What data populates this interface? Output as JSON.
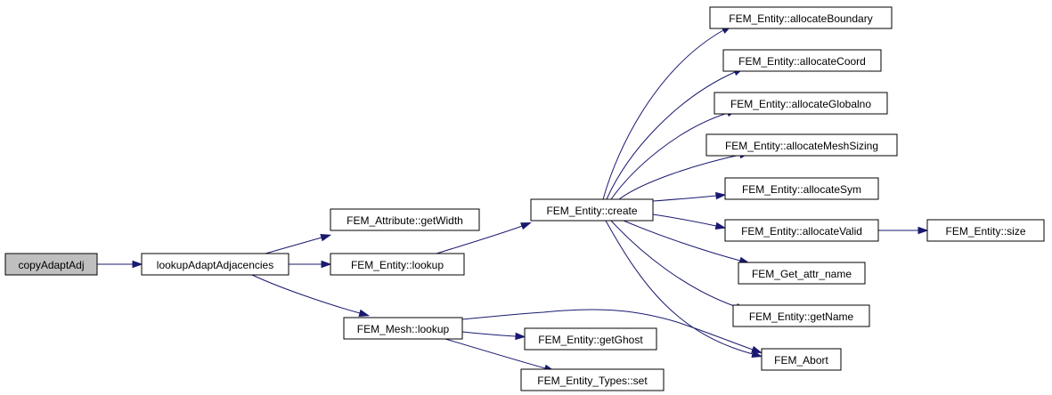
{
  "graph": {
    "nodes": [
      {
        "id": "copyAdaptAdj",
        "label": "copyAdaptAdj",
        "root": true
      },
      {
        "id": "lookupAdaptAdjacencies",
        "label": "lookupAdaptAdjacencies"
      },
      {
        "id": "attr_getWidth",
        "label": "FEM_Attribute::getWidth"
      },
      {
        "id": "entity_lookup",
        "label": "FEM_Entity::lookup"
      },
      {
        "id": "mesh_lookup",
        "label": "FEM_Mesh::lookup"
      },
      {
        "id": "entity_create",
        "label": "FEM_Entity::create"
      },
      {
        "id": "entity_getGhost",
        "label": "FEM_Entity::getGhost"
      },
      {
        "id": "types_set",
        "label": "FEM_Entity_Types::set"
      },
      {
        "id": "allocateBoundary",
        "label": "FEM_Entity::allocateBoundary"
      },
      {
        "id": "allocateCoord",
        "label": "FEM_Entity::allocateCoord"
      },
      {
        "id": "allocateGlobalno",
        "label": "FEM_Entity::allocateGlobalno"
      },
      {
        "id": "allocateMeshSizing",
        "label": "FEM_Entity::allocateMeshSizing"
      },
      {
        "id": "allocateSym",
        "label": "FEM_Entity::allocateSym"
      },
      {
        "id": "allocateValid",
        "label": "FEM_Entity::allocateValid"
      },
      {
        "id": "get_attr_name",
        "label": "FEM_Get_attr_name"
      },
      {
        "id": "entity_getName",
        "label": "FEM_Entity::getName"
      },
      {
        "id": "fem_abort",
        "label": "FEM_Abort"
      },
      {
        "id": "entity_size",
        "label": "FEM_Entity::size"
      }
    ],
    "edges": [
      {
        "from": "copyAdaptAdj",
        "to": "lookupAdaptAdjacencies"
      },
      {
        "from": "lookupAdaptAdjacencies",
        "to": "attr_getWidth"
      },
      {
        "from": "lookupAdaptAdjacencies",
        "to": "entity_lookup"
      },
      {
        "from": "lookupAdaptAdjacencies",
        "to": "mesh_lookup"
      },
      {
        "from": "entity_lookup",
        "to": "entity_create"
      },
      {
        "from": "mesh_lookup",
        "to": "entity_getGhost"
      },
      {
        "from": "mesh_lookup",
        "to": "types_set"
      },
      {
        "from": "mesh_lookup",
        "to": "fem_abort"
      },
      {
        "from": "entity_create",
        "to": "allocateBoundary"
      },
      {
        "from": "entity_create",
        "to": "allocateCoord"
      },
      {
        "from": "entity_create",
        "to": "allocateGlobalno"
      },
      {
        "from": "entity_create",
        "to": "allocateMeshSizing"
      },
      {
        "from": "entity_create",
        "to": "allocateSym"
      },
      {
        "from": "entity_create",
        "to": "allocateValid"
      },
      {
        "from": "entity_create",
        "to": "get_attr_name"
      },
      {
        "from": "entity_create",
        "to": "entity_getName"
      },
      {
        "from": "entity_create",
        "to": "fem_abort"
      },
      {
        "from": "allocateValid",
        "to": "entity_size"
      }
    ]
  },
  "colors": {
    "edge": "#191970",
    "root_fill": "#bfbfbf",
    "node_fill": "#ffffff",
    "node_stroke": "#000000"
  }
}
